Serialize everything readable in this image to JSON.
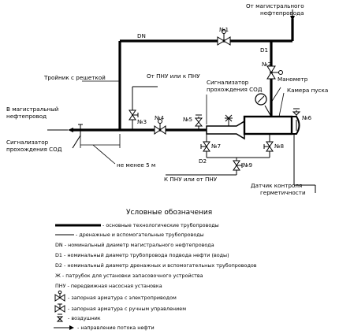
{
  "labels": {
    "from_main_line_1": "От магистрального",
    "from_main_line_2": "нефтепровода",
    "dn": "DN",
    "d1": "D1",
    "d2": "D2",
    "n1": "№1",
    "n2": "№2",
    "n3": "№3",
    "n4": "№4",
    "n5": "№5",
    "n6": "№6",
    "n7": "№7",
    "n8": "№8",
    "n9": "№9",
    "tee_grate": "Тройник с решеткой",
    "from_to_pnu_top": "От ПНУ или к ПНУ",
    "sod_signal_top_1": "Сигнализатор",
    "sod_signal_top_2": "прохождения СОД",
    "manometer": "Манометр",
    "launch_chamber": "Камера пуска",
    "to_main_line_1": "В магистральный",
    "to_main_line_2": "нефтепровод",
    "sod_signal_left_1": "Сигнализатор",
    "sod_signal_left_2": "прохождения СОД",
    "not_less_5m": "не менее 5 м",
    "to_from_pnu_bottom": "К ПНУ или от ПНУ",
    "tightness_sensor_1": "Датчик контроля",
    "tightness_sensor_2": "герметичности"
  },
  "legend": {
    "title": "Условные обозначения",
    "items": [
      "- основные технологические трубопроводы",
      "- дренажные и вспомогательные трубопроводы",
      "DN  - номинальный диаметр магистрального нефтепровода",
      "D1  - номинальный диаметр трубопровода подвода нефти (воды)",
      "D2  - номинальный диаметр дренажных и вспомогательных трубопроводов",
      "Ж  - патрубок для установки запасовочного устройства",
      "ПНУ - передвижная насосная установка",
      "- запорная арматура с электроприводом",
      "- запорная арматура с ручным управлением",
      "- воздушник",
      "- направление потока нефти"
    ]
  }
}
